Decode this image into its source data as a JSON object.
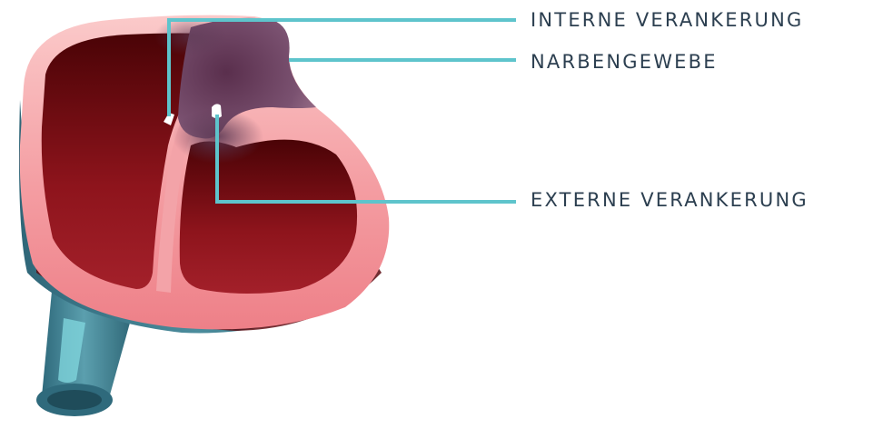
{
  "labels": {
    "internal_anchor": "INTERNE VERANKERUNG",
    "scar_tissue": "NARBENGEWEBE",
    "external_anchor": "EXTERNE VERANKERUNG"
  },
  "colors": {
    "leader_line": "#5ec4cc",
    "label_text": "#2c3f50",
    "heart_wall": "#f28e94",
    "heart_wall_light": "#fbc3c3",
    "heart_chamber_dark": "#4a0306",
    "heart_chamber_mid": "#9a1a22",
    "scar_tissue": "#6e4563",
    "outer_shell": "#3f7d8e",
    "vessel": "#4d8fa0",
    "anchor": "#ffffff"
  }
}
